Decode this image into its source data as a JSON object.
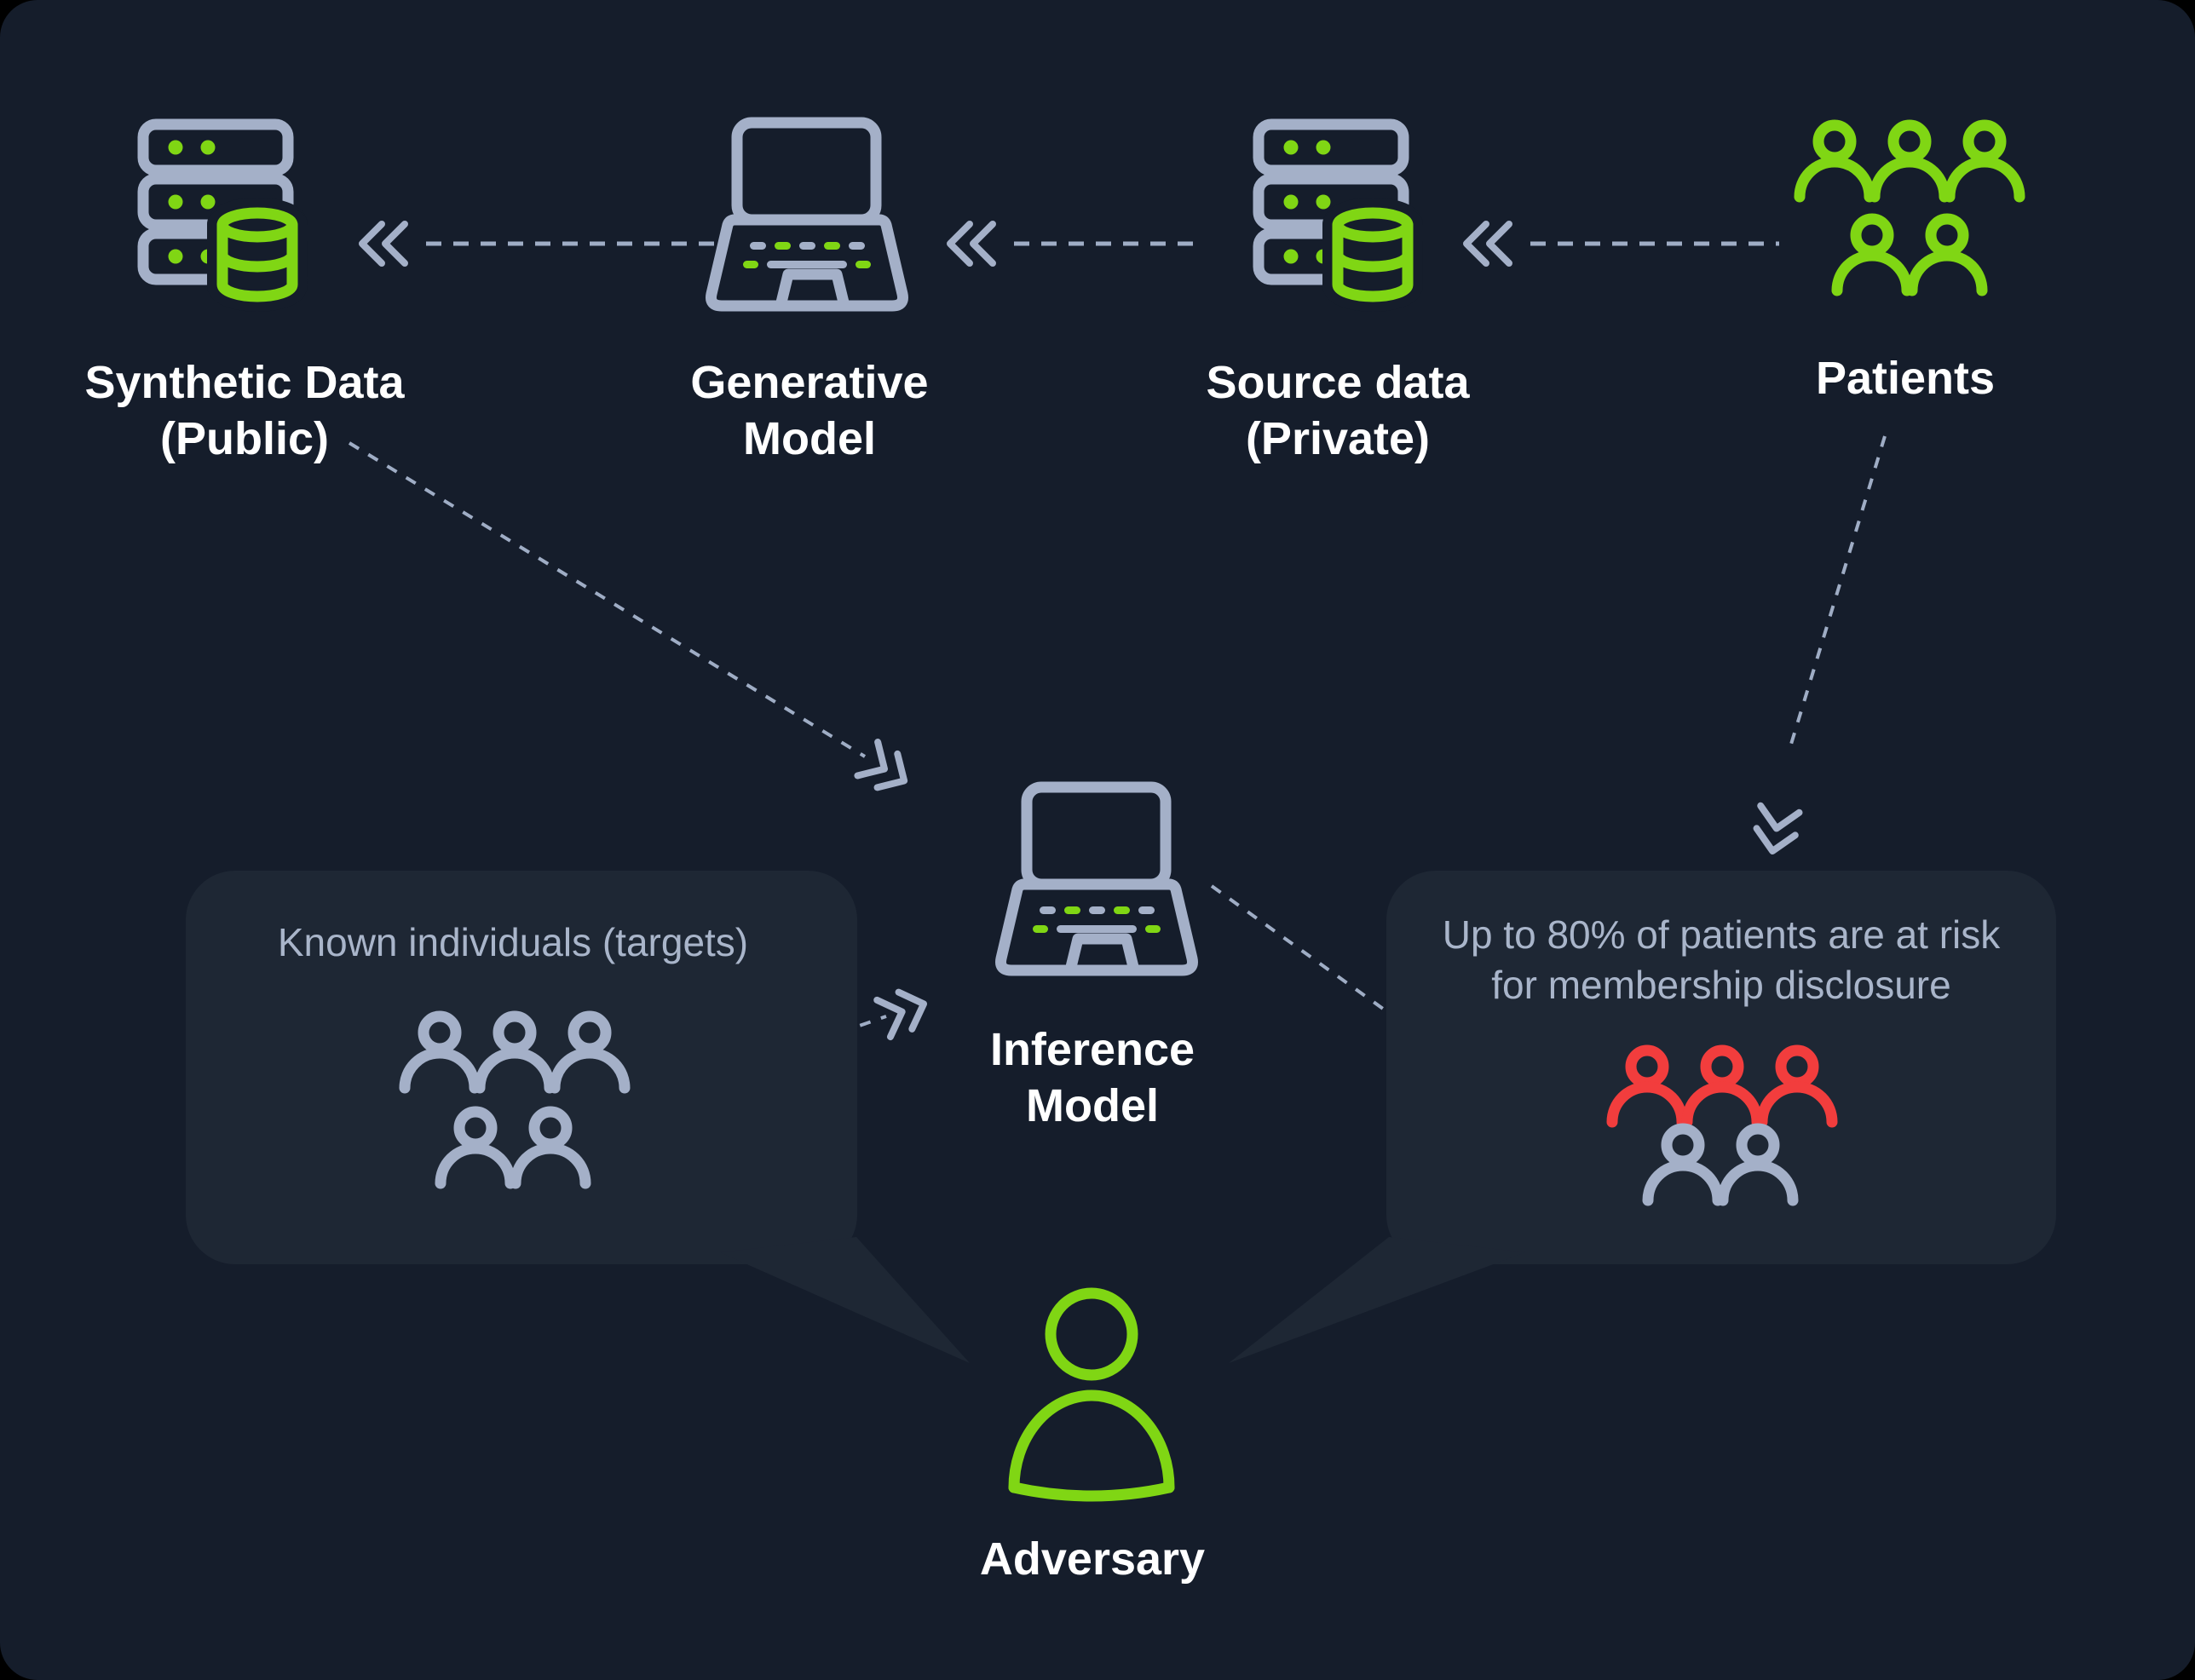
{
  "colors": {
    "page_bg": "#000000",
    "surface": "#151d2b",
    "icon_gray": "#a4b0c8",
    "accent_green": "#80d614",
    "alert_red": "#f23d3d",
    "bubble_bg": "#1e2734",
    "bubble_text": "#a9b5ca",
    "arrow_gray": "#9fadc5",
    "label_white": "#ffffff"
  },
  "flow_nodes": {
    "synthetic_data": {
      "icon": "server-database-icon",
      "label_line1": "Synthetic Data",
      "label_line2": "(Public)"
    },
    "generative_model": {
      "icon": "laptop-icon",
      "label_line1": "Generative",
      "label_line2": "Model"
    },
    "source_data": {
      "icon": "server-database-icon",
      "label_line1": "Source data",
      "label_line2": "(Private)"
    },
    "patients": {
      "icon": "people-group-icon",
      "label_line1": "Patients",
      "people_count": 5
    },
    "inference_model": {
      "icon": "laptop-icon",
      "label_line1": "Inference",
      "label_line2": "Model"
    },
    "adversary": {
      "icon": "person-icon",
      "label_line1": "Adversary"
    }
  },
  "callouts": {
    "known_targets": {
      "text": "Known individuals (targets)",
      "people_count": 5,
      "people_style": "gray"
    },
    "risk": {
      "text_line1": "Up to 80% of patients are at risk",
      "text_line2": "for membership disclosure",
      "people_count": 5,
      "people_at_risk_count": 3,
      "at_risk_color": "#f23d3d"
    }
  },
  "arrows": {
    "style": "dashed",
    "head": "double-chevron",
    "links": [
      {
        "from": "patients",
        "to": "source_data"
      },
      {
        "from": "source_data",
        "to": "generative_model"
      },
      {
        "from": "generative_model",
        "to": "synthetic_data"
      },
      {
        "from": "synthetic_data",
        "to": "inference_model"
      },
      {
        "from": "known_targets",
        "to": "inference_model"
      },
      {
        "from": "inference_model",
        "to": "risk"
      },
      {
        "from": "patients",
        "to": "risk"
      }
    ]
  }
}
